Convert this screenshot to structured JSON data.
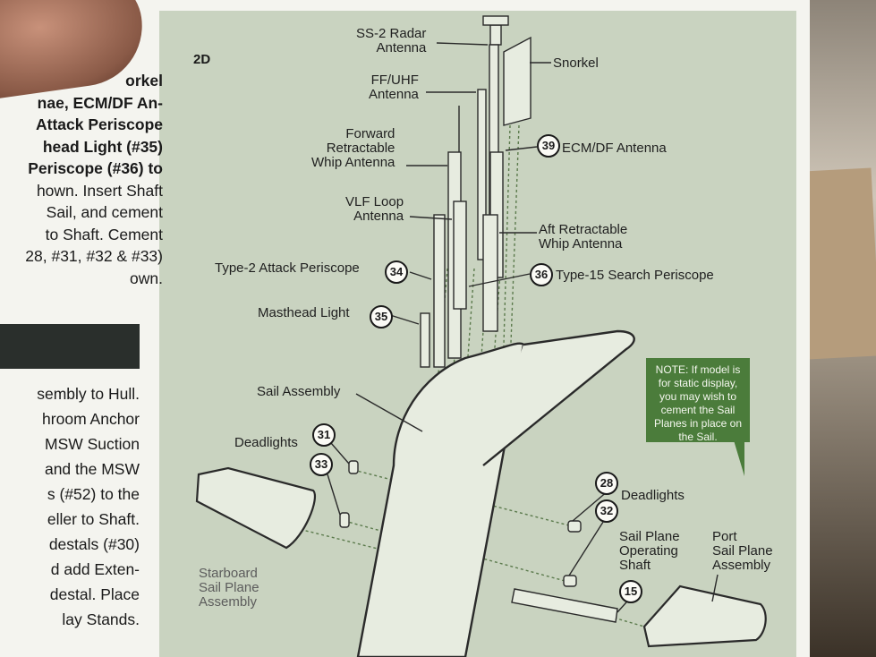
{
  "step_label": "2D",
  "left_column": {
    "upper_lines": [
      {
        "text": "orkel",
        "bold": true
      },
      {
        "text": "nae, ECM/DF An-",
        "bold": true
      },
      {
        "text": "Attack Periscope",
        "bold": true
      },
      {
        "text": "head Light (#35)",
        "bold": true
      },
      {
        "text": "Periscope (#36) to",
        "bold": true
      },
      {
        "text": "hown. Insert Shaft",
        "bold": false
      },
      {
        "text": "Sail, and cement",
        "bold": false
      },
      {
        "text": "to Shaft. Cement",
        "bold": false
      },
      {
        "text": "28, #31, #32 & #33)",
        "bold": false
      },
      {
        "text": "own.",
        "bold": false
      }
    ],
    "lower_lines": [
      "sembly to Hull.",
      "hroom Anchor",
      "MSW Suction",
      "and the MSW",
      "s (#52) to the",
      "eller to Shaft.",
      "destals (#30)",
      "d add Exten-",
      "destal. Place",
      "lay Stands."
    ]
  },
  "labels": {
    "ss2_radar": "SS-2 Radar\nAntenna",
    "snorkel": "Snorkel",
    "ff_uhf": "FF/UHF\nAntenna",
    "fwd_whip": "Forward\nRetractable\nWhip Antenna",
    "ecm_df": "ECM/DF Antenna",
    "vlf_loop": "VLF Loop\nAntenna",
    "aft_whip": "Aft Retractable\nWhip Antenna",
    "type2": "Type-2 Attack Periscope",
    "type15": "Type-15 Search Periscope",
    "masthead": "Masthead Light",
    "sail_assembly": "Sail Assembly",
    "deadlights_left": "Deadlights",
    "deadlights_right": "Deadlights",
    "sail_plane_shaft": "Sail Plane\nOperating\nShaft",
    "port_plane": "Port\nSail Plane\nAssembly",
    "starboard_plane": "Starboard\nSail Plane\nAssembly"
  },
  "part_numbers": {
    "n39": "39",
    "n34": "34",
    "n36": "36",
    "n35": "35",
    "n31": "31",
    "n33": "33",
    "n28": "28",
    "n32": "32",
    "n15": "15"
  },
  "note": "NOTE: If model is for static display, you may wish to cement the Sail Planes in place on the Sail.",
  "colors": {
    "paper_green": "#c9d3c0",
    "note_green": "#4b7c3b"
  }
}
